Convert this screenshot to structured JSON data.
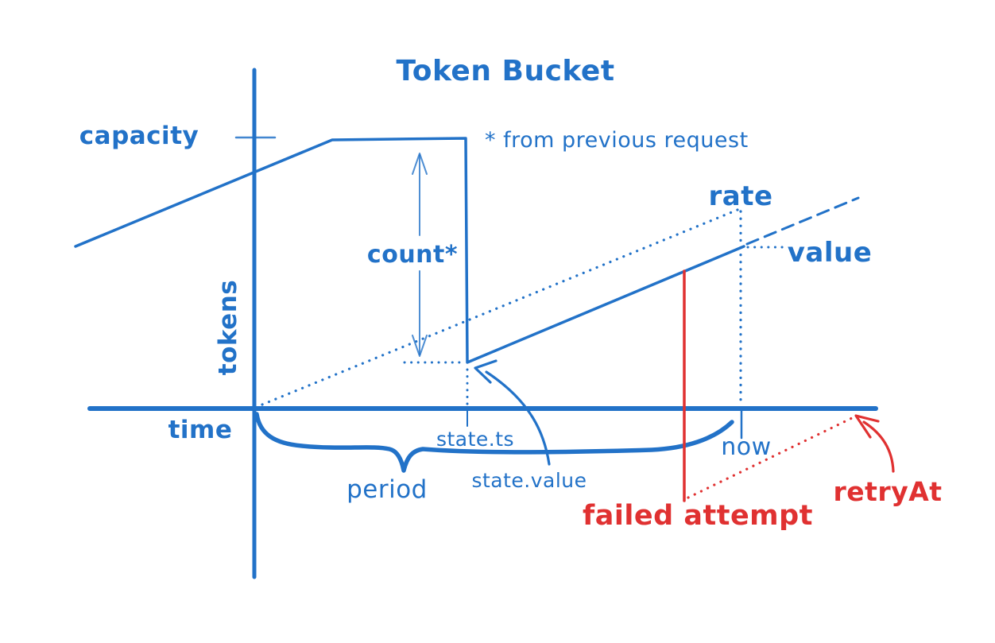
{
  "diagram": {
    "title": "Token Bucket",
    "colors": {
      "blue": "#2272c8",
      "red": "#e03131",
      "background": "#ffffff"
    },
    "axes": {
      "y_label": "tokens",
      "x_label": "time"
    },
    "annotations": {
      "capacity": "capacity",
      "count": "count*",
      "footnote": "* from previous request",
      "rate": "rate",
      "value": "value",
      "state_ts": "state.ts",
      "state_value": "state.value",
      "now": "now",
      "period": "period"
    },
    "failure": {
      "failed_attempt": "failed attempt",
      "retry_at": "retryAt"
    }
  }
}
